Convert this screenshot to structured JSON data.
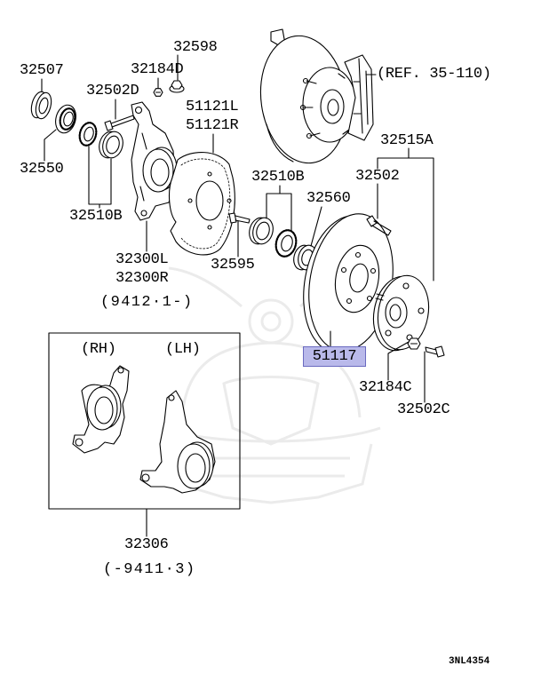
{
  "labels": {
    "part_32507": "32507",
    "part_32598": "32598",
    "part_32184D": "32184D",
    "part_32502D": "32502D",
    "ref": "(REF. 35-110)",
    "part_51121L": "51121L",
    "part_51121R": "51121R",
    "part_32515A": "32515A",
    "part_32550": "32550",
    "part_32510B_right": "32510B",
    "part_32502": "32502",
    "part_32510B_left": "32510B",
    "part_32560": "32560",
    "part_32300L": "32300L",
    "part_32595": "32595",
    "part_32300R": "32300R",
    "date_range_top": "(9412·1-)",
    "rh": "(RH)",
    "lh": "(LH)",
    "part_51117": "51117",
    "part_32184C": "32184C",
    "part_32502C": "32502C",
    "part_32306": "32306",
    "date_range_bottom": "(-9411·3)",
    "figure_code": "3NL4354"
  },
  "colors": {
    "line": "#000000",
    "highlight_fill": "#b9b9ea",
    "highlight_border": "#6a6ac0",
    "watermark": "#ebebeb",
    "background": "#ffffff"
  }
}
